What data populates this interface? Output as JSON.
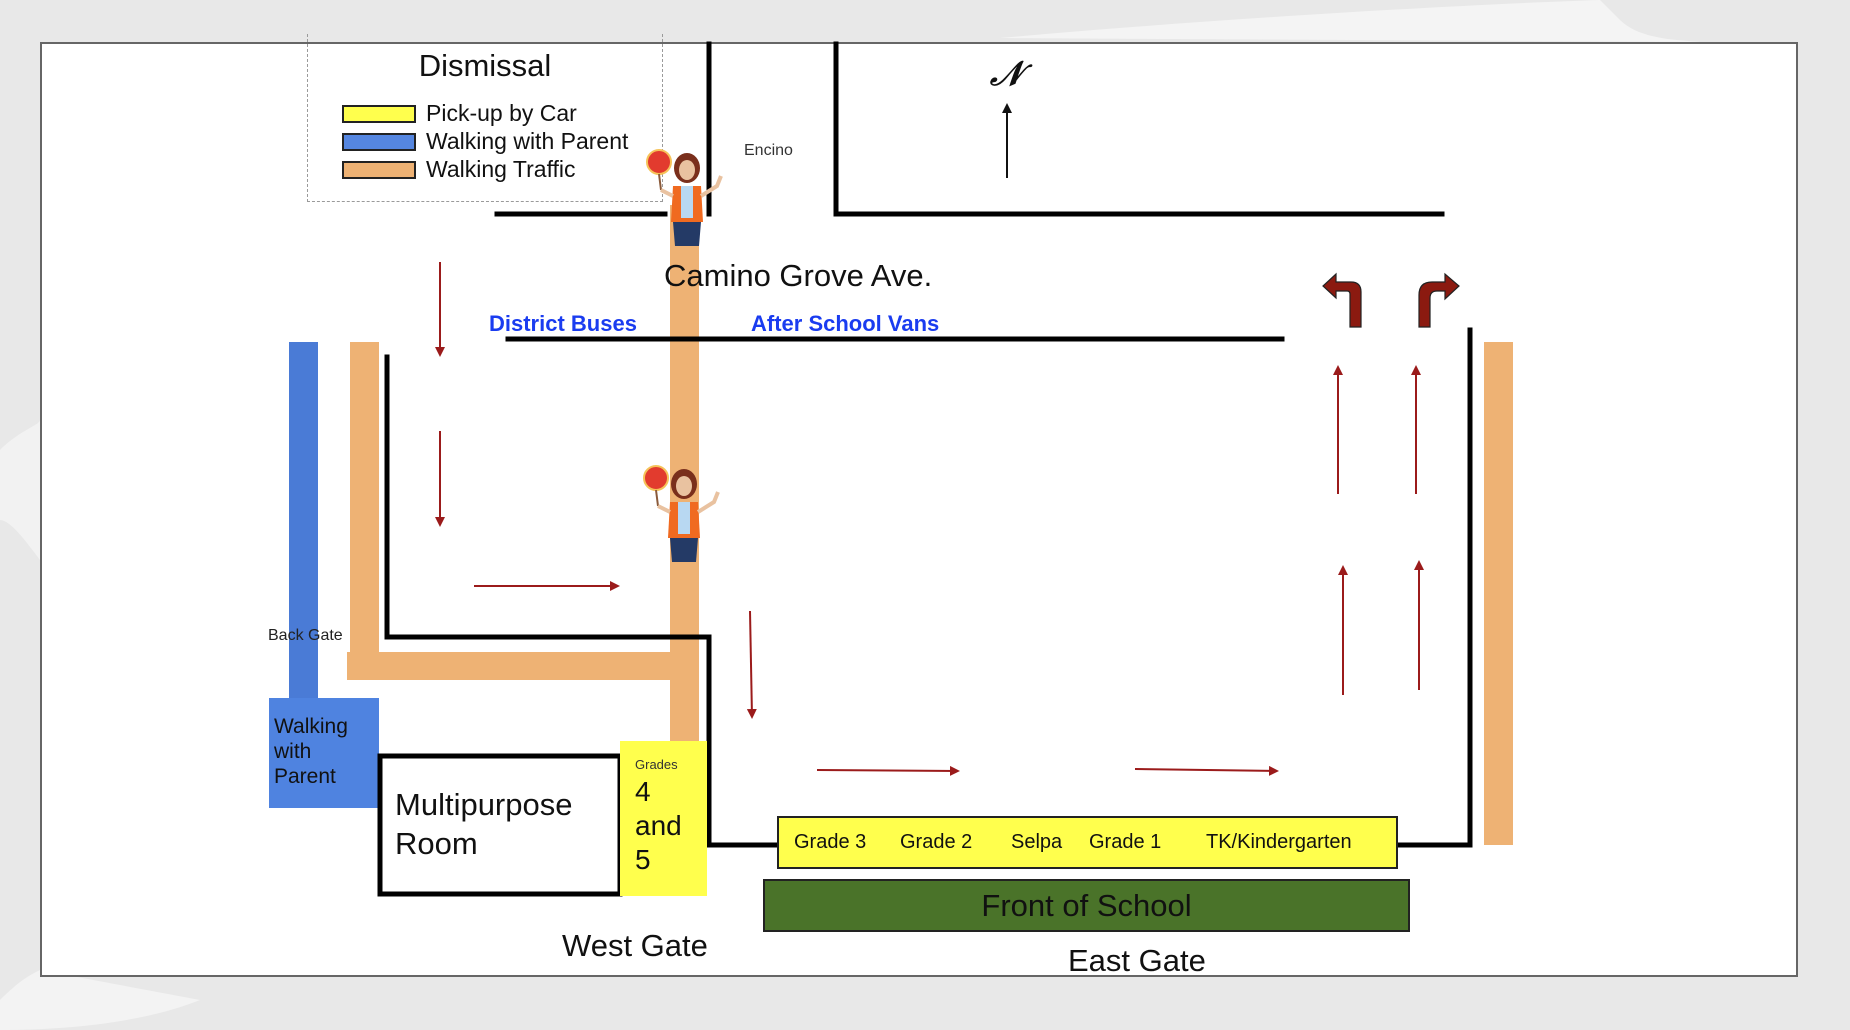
{
  "legend": {
    "title": "Dismissal",
    "items": [
      {
        "label": "Pick-up by Car",
        "color": "#ffff4d"
      },
      {
        "label": "Walking with Parent",
        "color": "#5586e0"
      },
      {
        "label": "Walking Traffic",
        "color": "#eeb274"
      }
    ]
  },
  "streets": {
    "encino": "Encino",
    "camino_grove": "Camino Grove Ave."
  },
  "compass": {
    "label": "𝒩"
  },
  "zones": {
    "district_buses": "District Buses",
    "after_school_vans": "After School Vans",
    "back_gate": "Back Gate",
    "walking_with_parent": [
      "Walking",
      "with",
      "Parent"
    ],
    "multipurpose_room": [
      "Multipurpose",
      "Room"
    ],
    "grades_4_5": {
      "small": "Grades",
      "lines": [
        "4",
        "and",
        "5"
      ]
    },
    "pickup_row": [
      "Grade 3",
      "Grade 2",
      "Selpa",
      "Grade 1",
      "TK/Kindergarten"
    ],
    "front_of_school": "Front of School",
    "west_gate": "West Gate",
    "east_gate": "East Gate"
  },
  "colors": {
    "pickup_car": "#ffff4d",
    "walking_parent": "#4a7bd6",
    "walking_traffic": "#eeb274",
    "front_school": "#4a7329",
    "traffic_arrow": "#9b1b1b",
    "bus_label": "#1a3cf0",
    "turn_arrow": "#8b1a10"
  },
  "icons": {
    "crossing_guard_top": "crossing-guard-icon",
    "crossing_guard_mid": "crossing-guard-icon",
    "turn_left": "turn-left-arrow-icon",
    "turn_right": "turn-right-arrow-icon",
    "north": "north-arrow-icon"
  }
}
